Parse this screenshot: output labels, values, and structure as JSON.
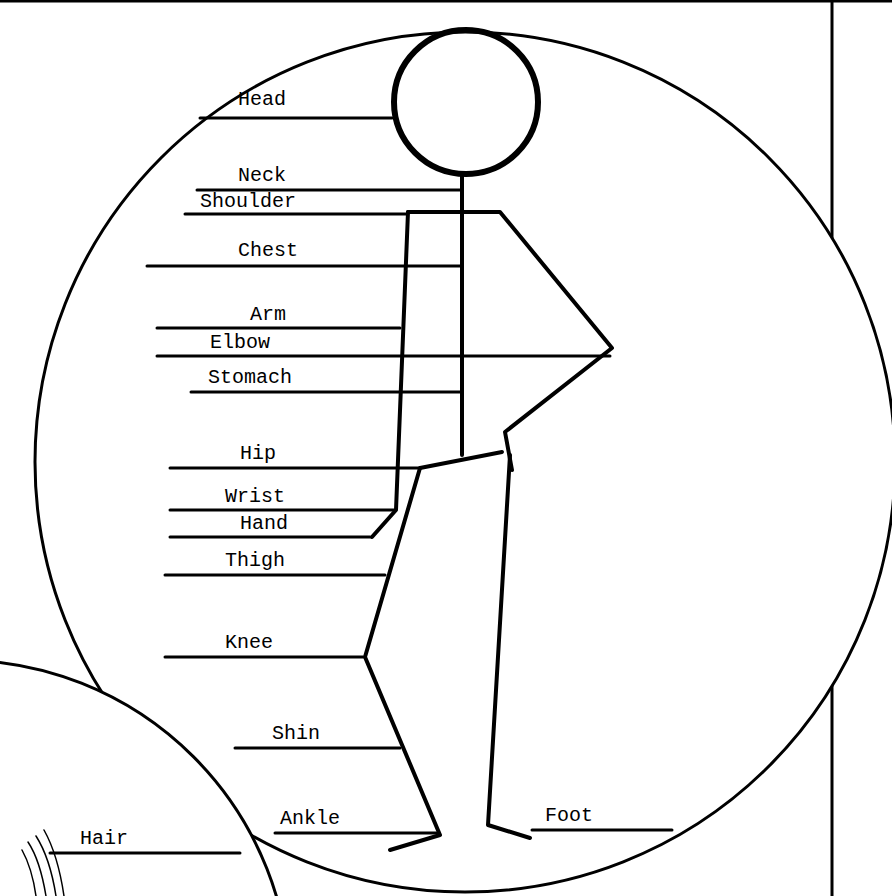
{
  "diagram": {
    "labels": [
      "Head",
      "Neck",
      "Shoulder",
      "Chest",
      "Arm",
      "Elbow",
      "Stomach",
      "Hip",
      "Wrist",
      "Hand",
      "Thigh",
      "Knee",
      "Shin",
      "Ankle",
      "Foot",
      "Hair"
    ]
  }
}
